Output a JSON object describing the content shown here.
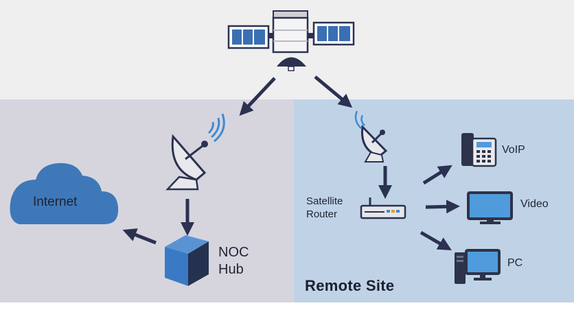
{
  "labels": {
    "internet": "Internet",
    "noc_hub_line1": "NOC",
    "noc_hub_line2": "Hub",
    "satellite_router_line1": "Satellite",
    "satellite_router_line2": "Router",
    "voip": "VoIP",
    "video": "Video",
    "pc": "PC",
    "remote_site": "Remote Site"
  },
  "colors": {
    "sky": "#efefef",
    "hub_zone": "#d6d5de",
    "remote_zone": "#c0d3e6",
    "arrow": "#2b3150",
    "cloud": "#3f78b8",
    "cube_front": "#3a7ac4",
    "cube_side": "#24314f",
    "screen": "#4f9bdc",
    "device_dark": "#2d3348"
  }
}
